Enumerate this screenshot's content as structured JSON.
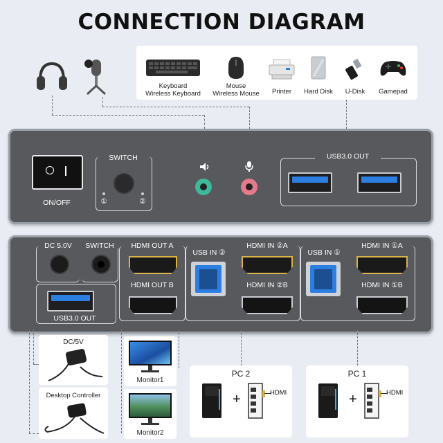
{
  "title": "CONNECTION DIAGRAM",
  "peripherals": [
    {
      "icon": "keyboard-icon",
      "label": "Keyboard\nWireless Keyboard"
    },
    {
      "icon": "mouse-icon",
      "label": "Mouse\nWireless Mouse"
    },
    {
      "icon": "printer-icon",
      "label": "Printer"
    },
    {
      "icon": "hard-disk-icon",
      "label": "Hard Disk"
    },
    {
      "icon": "u-disk-icon",
      "label": "U-Disk"
    },
    {
      "icon": "gamepad-icon",
      "label": "Gamepad"
    }
  ],
  "front_panel": {
    "power_label": "ON/OFF",
    "switch_label": "SWITCH",
    "switch_led_1": "①",
    "switch_led_2": "②",
    "usb_out_label": "USB3.0 OUT"
  },
  "back_panel": {
    "dc_label": "DC 5.0V",
    "switch_label": "SWITCH",
    "usb_out_label": "USB3.0 OUT",
    "hdmi_out_a": "HDMI OUT A",
    "hdmi_out_b": "HDMI OUT B",
    "usb_in_2": "USB IN ②",
    "hdmi_in_2a": "HDMI IN ②A",
    "hdmi_in_2b": "HDMI IN ②B",
    "usb_in_1": "USB IN ①",
    "hdmi_in_1a": "HDMI IN ①A",
    "hdmi_in_1b": "HDMI IN ①B"
  },
  "accessories": {
    "dc_label": "DC/5V",
    "controller_label": "Desktop Controller",
    "monitor1_label": "Monitor1",
    "monitor2_label": "Monitor2"
  },
  "pcs": [
    {
      "label": "PC 2",
      "plus": "+",
      "hdmi": "HDMI"
    },
    {
      "label": "PC 1",
      "plus": "+",
      "hdmi": "HDMI"
    }
  ],
  "colors": {
    "panel": "#58595c",
    "panel_border": "#9aa0a8",
    "usb_blue": "#2c7fe0",
    "hdmi_gold": "#d8b24a",
    "audio_green": "#3fb89a",
    "mic_pink": "#e57a8c"
  }
}
